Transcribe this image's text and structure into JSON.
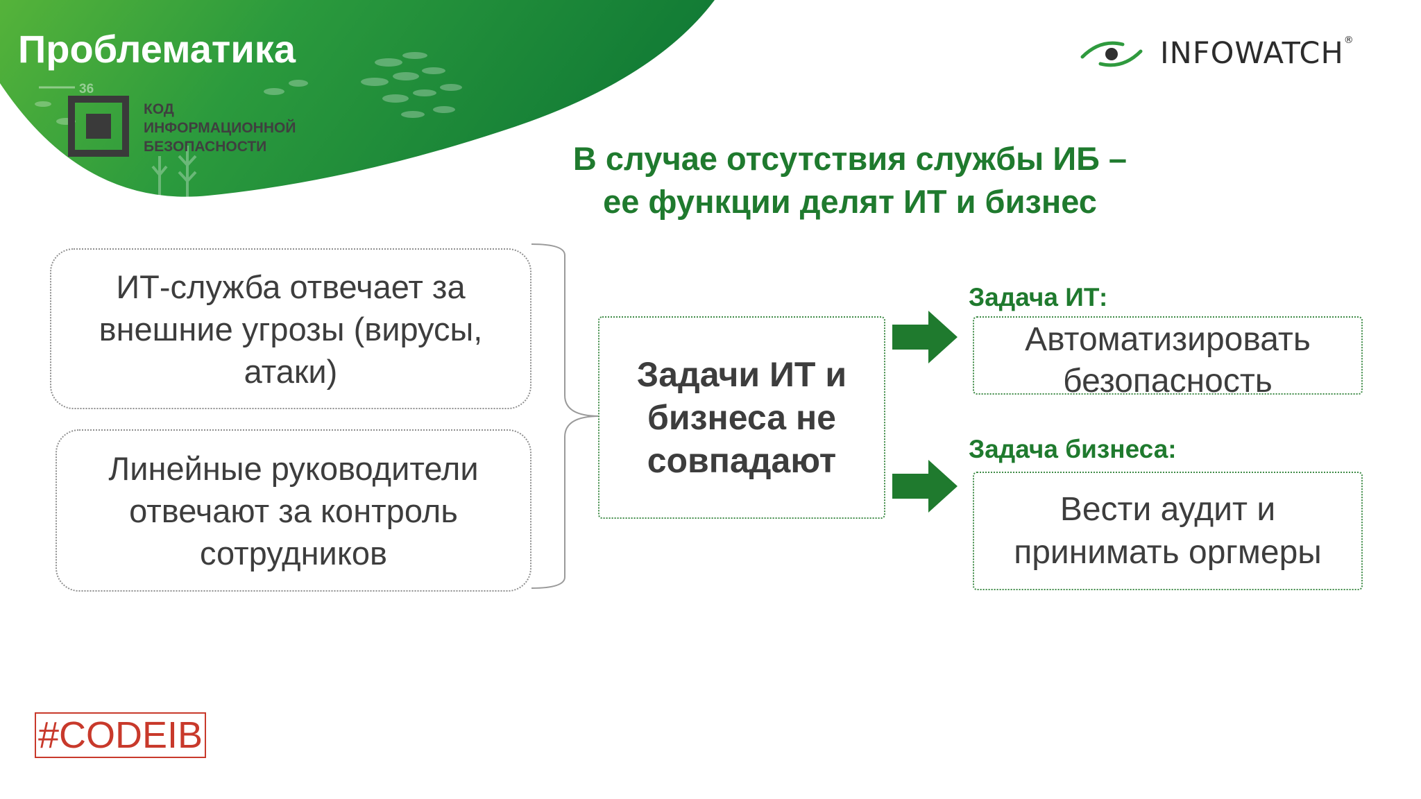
{
  "slide": {
    "title": "Проблематика"
  },
  "brand": {
    "conference_logo_lines": [
      "КОД",
      "ИНФОРМАЦИОННОЙ",
      "БЕЗОПАСНОСТИ"
    ],
    "conference_logo_number": "36",
    "company_name": "INFOWATCH",
    "company_mark": "®",
    "hashtag": "#CODEIB"
  },
  "heading": {
    "lines": [
      "В случае отсутствия службы ИБ –",
      "ее функции делят ИТ и бизнес"
    ]
  },
  "responsibilities": [
    {
      "lines": [
        "ИТ-служба отвечает за",
        "внешние угрозы (вирусы,",
        "атаки)"
      ]
    },
    {
      "lines": [
        "Линейные руководители",
        "отвечают за контроль",
        "сотрудников"
      ]
    }
  ],
  "conclusion": {
    "lines": [
      "Задачи ИТ и",
      "бизнеса  не",
      "совпадают"
    ]
  },
  "tasks": [
    {
      "label": "Задача ИТ:",
      "lines": [
        "Автоматизировать",
        "безопасность"
      ]
    },
    {
      "label": "Задача бизнеса:",
      "lines": [
        "Вести аудит и",
        "принимать оргмеры"
      ]
    }
  ],
  "colors": {
    "accent_green": "#1f7a2e",
    "banner_green": "#2f9a3e",
    "hashtag_red": "#c8392b",
    "text_gray": "#3d3d3d"
  },
  "icons": {
    "infowatch_logo": "eye-icon",
    "arrows": "arrow-right-icon",
    "conference_logo": "square-frame-icon"
  }
}
